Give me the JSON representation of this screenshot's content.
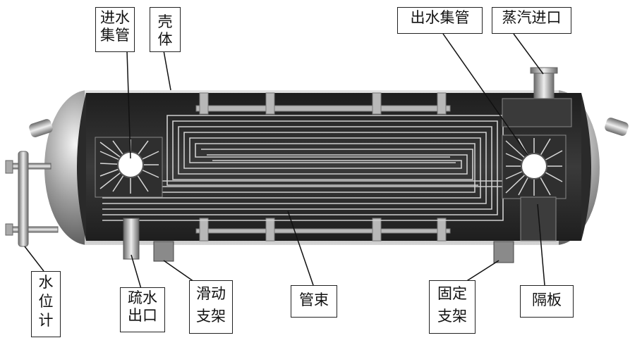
{
  "labels": {
    "inlet_header": "进水\n集管",
    "shell": "壳体",
    "outlet_header": "出水集管",
    "steam_inlet": "蒸汽进口",
    "water_gauge": "水位\n计",
    "drain_outlet": "疏水\n出口",
    "sliding_support": "滑动\n支架",
    "tube_bundle": "管束",
    "fixed_support": "固定\n支架",
    "baffle": "隔板"
  },
  "colors": {
    "shell_steel": "#9a9a9a",
    "interior": "#2b2b2b",
    "tube": "#c8c8c8",
    "baffle_plate": "#d0d0d0",
    "label_border": "#222222"
  }
}
